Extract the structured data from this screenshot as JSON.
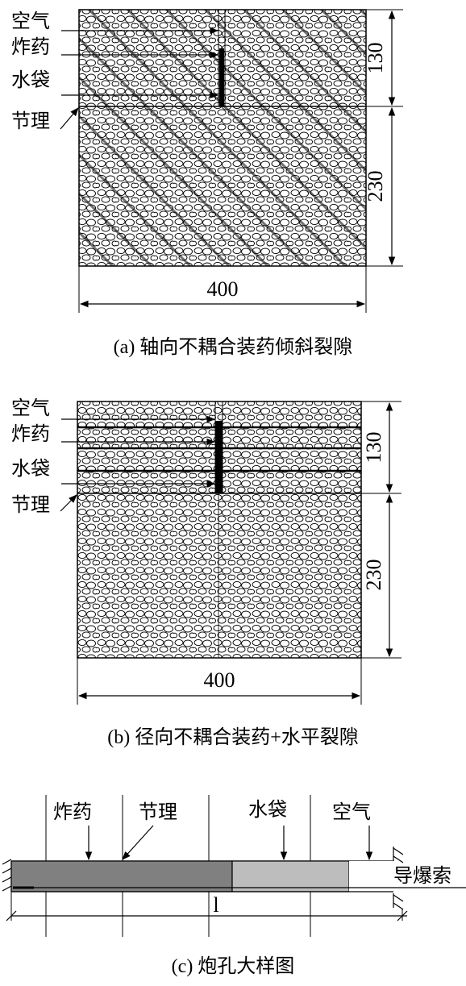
{
  "panel_a": {
    "labels": {
      "air": "空气",
      "explosive": "炸药",
      "water_bag": "水袋",
      "joint": "节理"
    },
    "dim_top": "130",
    "dim_bottom": "230",
    "dim_width": "400",
    "caption": "(a) 轴向不耦合装药倾斜裂隙"
  },
  "panel_b": {
    "labels": {
      "air": "空气",
      "explosive": "炸药",
      "water_bag": "水袋",
      "joint": "节理"
    },
    "dim_top": "130",
    "dim_bottom": "230",
    "dim_width": "400",
    "caption": "(b) 径向不耦合装药+水平裂隙"
  },
  "panel_c": {
    "labels": {
      "explosive": "炸药",
      "joint": "节理",
      "water_bag": "水袋",
      "air": "空气",
      "detonating_cord": "导爆索"
    },
    "dim_length": "l",
    "caption": "(c) 炮孔大样图"
  },
  "colors": {
    "ink": "#000000",
    "explosive_fill": "#808080",
    "water_bag_fill": "#bdbdbd"
  }
}
